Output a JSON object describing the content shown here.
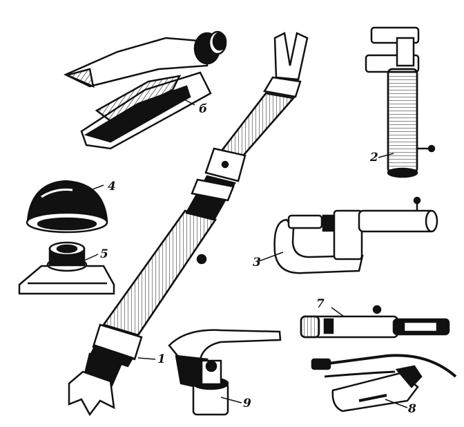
{
  "labels": {
    "tool_1": "1",
    "tool_2": "2",
    "tool_3": "3",
    "tool_4": "4",
    "tool_5": "5",
    "tool_6": "б",
    "tool_7": "7",
    "tool_8": "8",
    "tool_9": "9"
  },
  "colors": {
    "ink": "#111111",
    "paper": "#ffffff"
  }
}
